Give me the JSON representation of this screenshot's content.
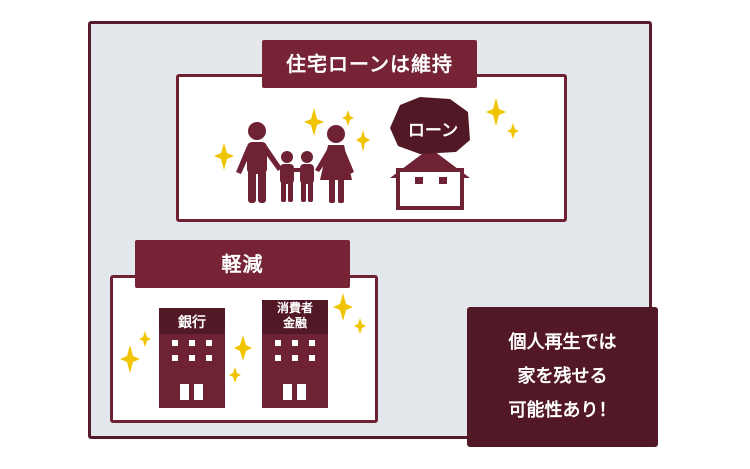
{
  "top_section": {
    "label": "住宅ローンは維持",
    "rock_label": "ローン"
  },
  "bottom_section": {
    "label": "軽減",
    "bank_label": "銀行",
    "lender_label_1": "消費者",
    "lender_label_2": "金融"
  },
  "note": {
    "lines": [
      "個人再生では",
      "家を残せる",
      "可能性あり！"
    ]
  },
  "colors": {
    "frame": "#561c2c",
    "accent": "#762435",
    "dark": "#531826",
    "sparkle": "#f0c400",
    "bg": "#e4e8ec"
  }
}
